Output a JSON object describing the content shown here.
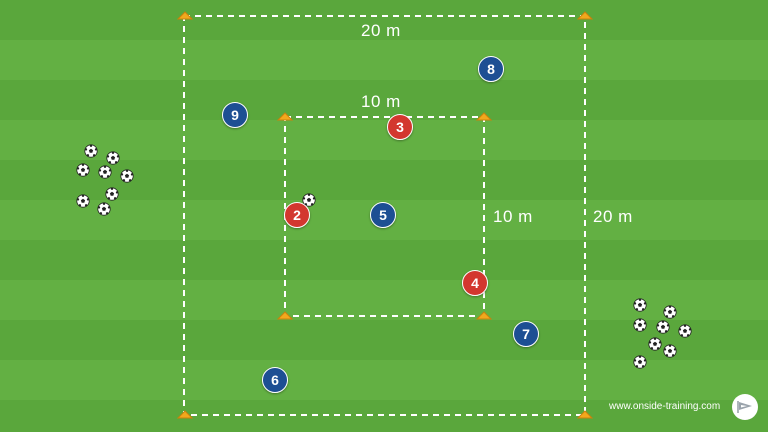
{
  "labels": {
    "outer_top": "20 m",
    "outer_right": "20 m",
    "inner_top": "10 m",
    "inner_right": "10 m"
  },
  "players": [
    {
      "number": "2",
      "team": "red"
    },
    {
      "number": "3",
      "team": "red"
    },
    {
      "number": "4",
      "team": "red"
    },
    {
      "number": "5",
      "team": "blue"
    },
    {
      "number": "6",
      "team": "blue"
    },
    {
      "number": "7",
      "team": "blue"
    },
    {
      "number": "8",
      "team": "blue"
    },
    {
      "number": "9",
      "team": "blue"
    }
  ],
  "colors": {
    "red_team": "#d3372f",
    "blue_team": "#1d4f93",
    "cone": "#f2a81d",
    "grass_dark": "#5aa73c",
    "grass_light": "#63b043"
  },
  "branding": {
    "url": "www.onside-training.com",
    "logo_icon": "flag-icon"
  }
}
